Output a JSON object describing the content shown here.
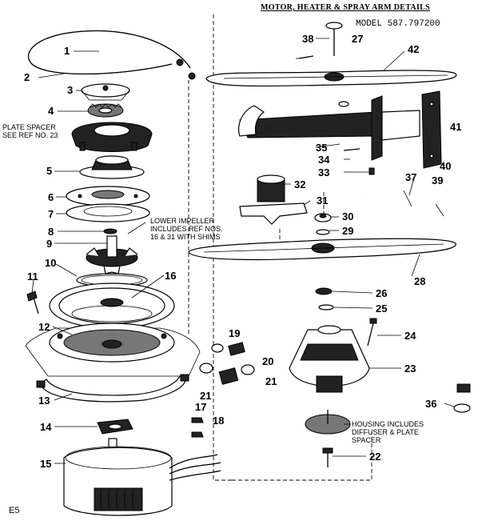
{
  "header": {
    "title": "MOTOR, HEATER & SPRAY ARM DETAILS",
    "model": "MODEL 587.797200"
  },
  "footer": {
    "code": "E5"
  },
  "notes": {
    "plate_spacer": [
      "PLATE SPACER",
      "SEE REF NO. 23"
    ],
    "lower_impeller": [
      "LOWER IMPELLER",
      "INCLUDES REF NOS.",
      "16 & 31 WITH SHIMS"
    ],
    "housing": [
      "HOUSING INCLUDES",
      "DIFFUSER & PLATE",
      "SPACER"
    ]
  },
  "callouts": [
    "1",
    "2",
    "3",
    "4",
    "5",
    "6",
    "7",
    "8",
    "9",
    "10",
    "11",
    "12",
    "13",
    "14",
    "15",
    "16",
    "17",
    "18",
    "19",
    "20",
    "21",
    "21",
    "22",
    "23",
    "24",
    "25",
    "26",
    "27",
    "28",
    "29",
    "30",
    "31",
    "32",
    "33",
    "34",
    "35",
    "36",
    "37",
    "38",
    "39",
    "40",
    "41",
    "42"
  ]
}
